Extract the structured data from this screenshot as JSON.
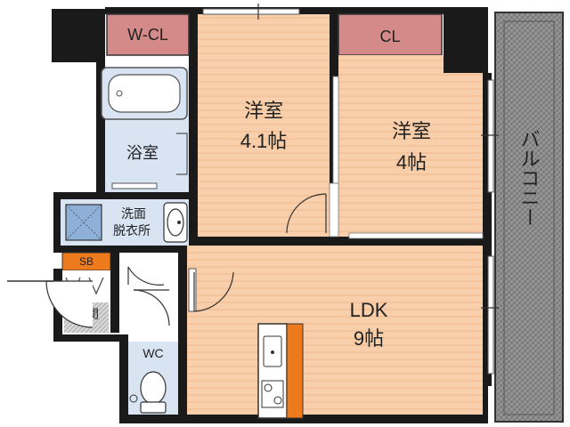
{
  "labels": {
    "wcl": "W-CL",
    "cl": "CL",
    "room1_name": "洋室",
    "room1_size": "4.1帖",
    "room2_name": "洋室",
    "room2_size": "4帖",
    "bath": "浴室",
    "washroom_line1": "洗面",
    "washroom_line2": "脱衣所",
    "sb": "SB",
    "entrance": "玄関",
    "ldk_name": "LDK",
    "ldk_size": "9帖",
    "wc": "WC",
    "balcony": "バルコニー"
  },
  "colors": {
    "wall": "#1a1a1a",
    "room_floor": "#f8cfaa",
    "wet_floor": "#d8e4f2",
    "closet": "#d48a88",
    "sb_box": "#ee7a1e",
    "balcony": "#8c8c8c",
    "kitchen_counter": "#ee7a1e"
  }
}
